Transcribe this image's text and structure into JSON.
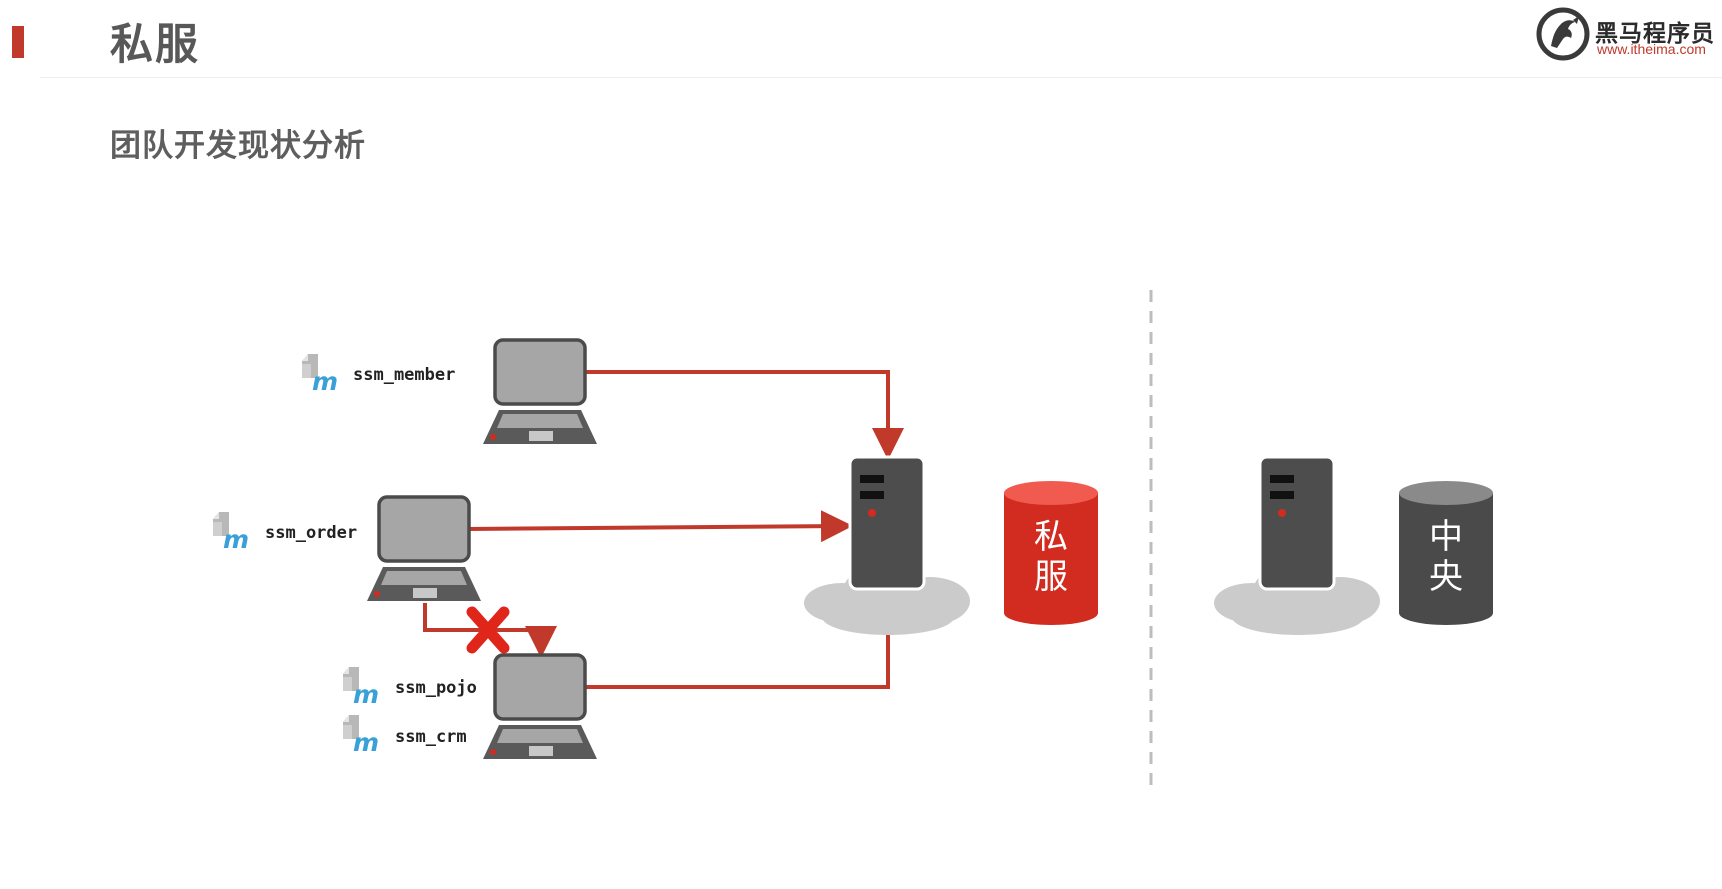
{
  "header": {
    "title": "私服",
    "logo": {
      "name": "黑马程序员",
      "url": "www.itheima.com"
    }
  },
  "section": {
    "subtitle": "团队开发现状分析"
  },
  "diagram": {
    "modules": {
      "member": "ssm_member",
      "order": "ssm_order",
      "pojo": "ssm_pojo",
      "crm": "ssm_crm"
    },
    "repositories": {
      "private": [
        "私",
        "服"
      ],
      "central": [
        "中",
        "央"
      ]
    }
  },
  "colors": {
    "accent": "#c0392b",
    "arrow": "#c0392b",
    "private_db": "#d22b1f",
    "central_db": "#4a4a4a",
    "server": "#4d4d4d",
    "cloud": "#cbcbcb",
    "monitor": "#a6a6a6",
    "module_icon": "#3aa0d8"
  },
  "icons": [
    "maven-module-icon",
    "computer-icon",
    "server-icon",
    "cloud-icon",
    "database-icon",
    "blocked-x-icon",
    "horse-logo-icon"
  ]
}
